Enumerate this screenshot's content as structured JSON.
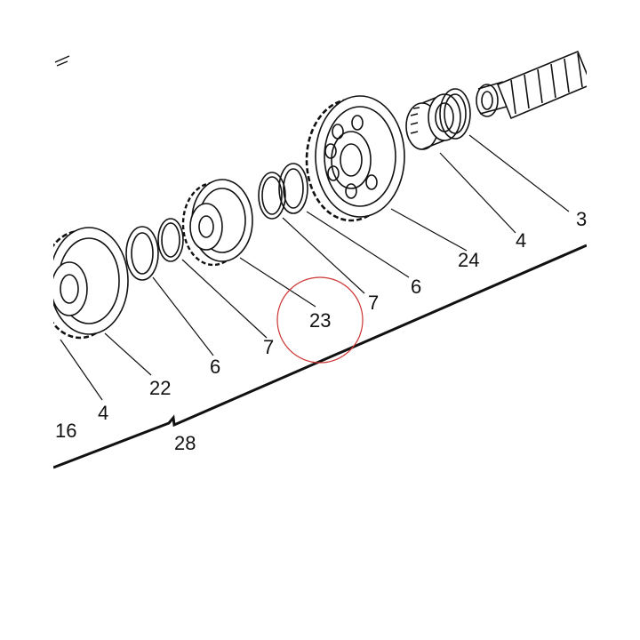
{
  "callouts": {
    "c3": "3",
    "c4_top": "4",
    "c24": "24",
    "c6_right": "6",
    "c7_right": "7",
    "c23": "23",
    "c7_left": "7",
    "c6_left": "6",
    "c22": "22",
    "c4_left": "4",
    "c16": "16",
    "c28": "28"
  },
  "colors": {
    "ink": "#111111",
    "highlight_circle": "#cc3333",
    "background": "#ffffff"
  }
}
